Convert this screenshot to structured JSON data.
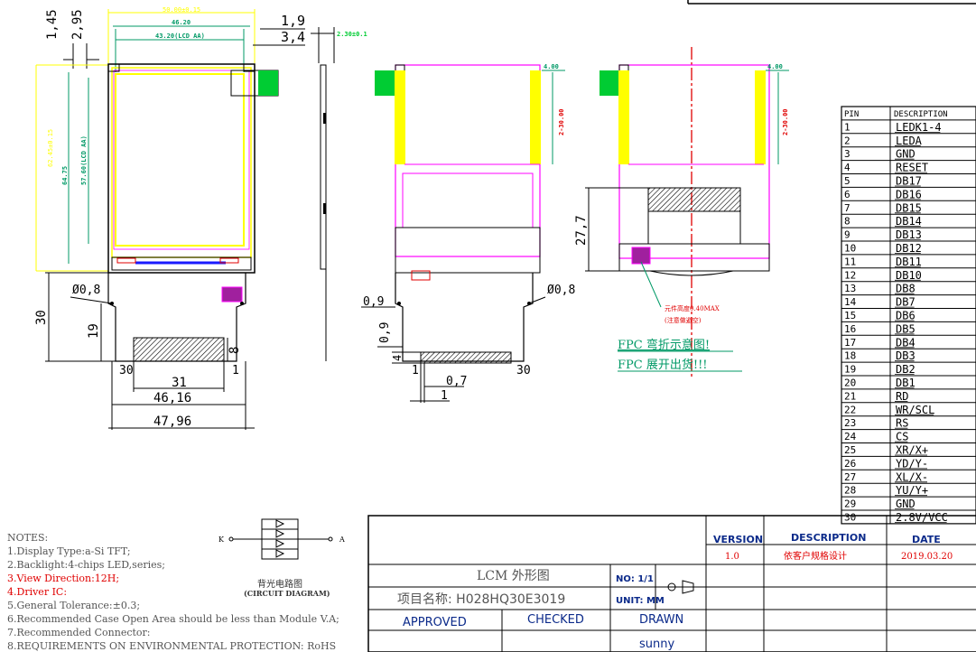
{
  "front_view": {
    "dims_top": [
      "1,45",
      "2,95"
    ],
    "dim_outline_w": "50.00±0.15",
    "dim_glass_w": "46.20",
    "dim_aa_w": "43.20(LCD AA)",
    "dims_right": [
      "1,9",
      "3,4"
    ],
    "dim_thickness": "2.30±0.1",
    "dim_outline_h": "62.45±0.15",
    "dim_glass_h": "64.75",
    "dim_aa_h": "57.60(LCD AA)",
    "hole": "Ø0,8",
    "dim_fpc_h": "30",
    "dim_fpc_19": "19",
    "dim_fpc_8": "8",
    "pin_first": "30",
    "pin_last": "1",
    "dim_31": "31",
    "dim_46": "46,16",
    "dim_47": "47,96"
  },
  "back_view": {
    "dim_4": "4.00",
    "dim_pitch": "2-30.00",
    "dim_09a": "0,9",
    "dim_09b": "0,9",
    "hole": "Ø0,8",
    "dim_4b": "4",
    "pin_1": "1",
    "dim_07": "0,7",
    "dim_1": "1",
    "pin_30": "30"
  },
  "side_view": {
    "dim_4": "4.00",
    "dim_pitch": "2-30.00",
    "dim_277": "27,7",
    "note_height": "元件高度0.40MAX",
    "note_avoid": "(注意做避空)",
    "fpc_fold": "FPC 弯折示意图!",
    "fpc_ship": "FPC 展开出货!!!"
  },
  "pin_table": {
    "headers": [
      "PIN",
      "DESCRIPTION"
    ],
    "rows": [
      [
        "1",
        "LEDK1-4"
      ],
      [
        "2",
        "LEDA"
      ],
      [
        "3",
        "GND"
      ],
      [
        "4",
        "RESET"
      ],
      [
        "5",
        "DB17"
      ],
      [
        "6",
        "DB16"
      ],
      [
        "7",
        "DB15"
      ],
      [
        "8",
        "DB14"
      ],
      [
        "9",
        "DB13"
      ],
      [
        "10",
        "DB12"
      ],
      [
        "11",
        "DB11"
      ],
      [
        "12",
        "DB10"
      ],
      [
        "13",
        "DB8"
      ],
      [
        "14",
        "DB7"
      ],
      [
        "15",
        "DB6"
      ],
      [
        "16",
        "DB5"
      ],
      [
        "17",
        "DB4"
      ],
      [
        "18",
        "DB3"
      ],
      [
        "19",
        "DB2"
      ],
      [
        "20",
        "DB1"
      ],
      [
        "21",
        "RD"
      ],
      [
        "22",
        "WR/SCL"
      ],
      [
        "23",
        "RS"
      ],
      [
        "24",
        "CS"
      ],
      [
        "25",
        "XR/X+"
      ],
      [
        "26",
        "YD/Y-"
      ],
      [
        "27",
        "XL/X-"
      ],
      [
        "28",
        "YU/Y+"
      ],
      [
        "29",
        "GND"
      ],
      [
        "30",
        "2.8V/VCC"
      ]
    ]
  },
  "notes": {
    "title": "NOTES:",
    "items": [
      "1.Display Type:a-Si TFT;",
      "2.Backlight:4-chips LED,series;",
      "3.View Direction:12H;",
      "4.Driver IC:",
      "5.General Tolerance:±0.3;",
      "6.Recommended Case Open Area should be less than Module V.A;",
      "7.Recommended Connector:",
      "8.REQUIREMENTS ON ENVIRONMENTAL PROTECTION: RoHS"
    ]
  },
  "circuit": {
    "label_k": "K",
    "label_a": "A",
    "title_cn": "背光电路图",
    "title_en": "(CIRCUIT DIAGRAM)"
  },
  "title_block": {
    "version_h": "VERSION",
    "description_h": "DESCRIPTION",
    "date_h": "DATE",
    "version": "1.0",
    "description": "依客户规格设计",
    "date": "2019.03.20",
    "drawing_name": "LCM 外形图",
    "no": "NO: 1/1",
    "project": "项目名称: H028HQ30E3019",
    "unit": "UNIT: MM",
    "approved": "APPROVED",
    "checked": "CHECKED",
    "drawn": "DRAWN",
    "drawn_by": "sunny"
  },
  "colors": {
    "yellow": "#ffff00",
    "green": "#00cc33",
    "magenta": "#ff00ff",
    "purple": "#a0209e",
    "cyan_green": "#009966",
    "red": "#e00000"
  }
}
